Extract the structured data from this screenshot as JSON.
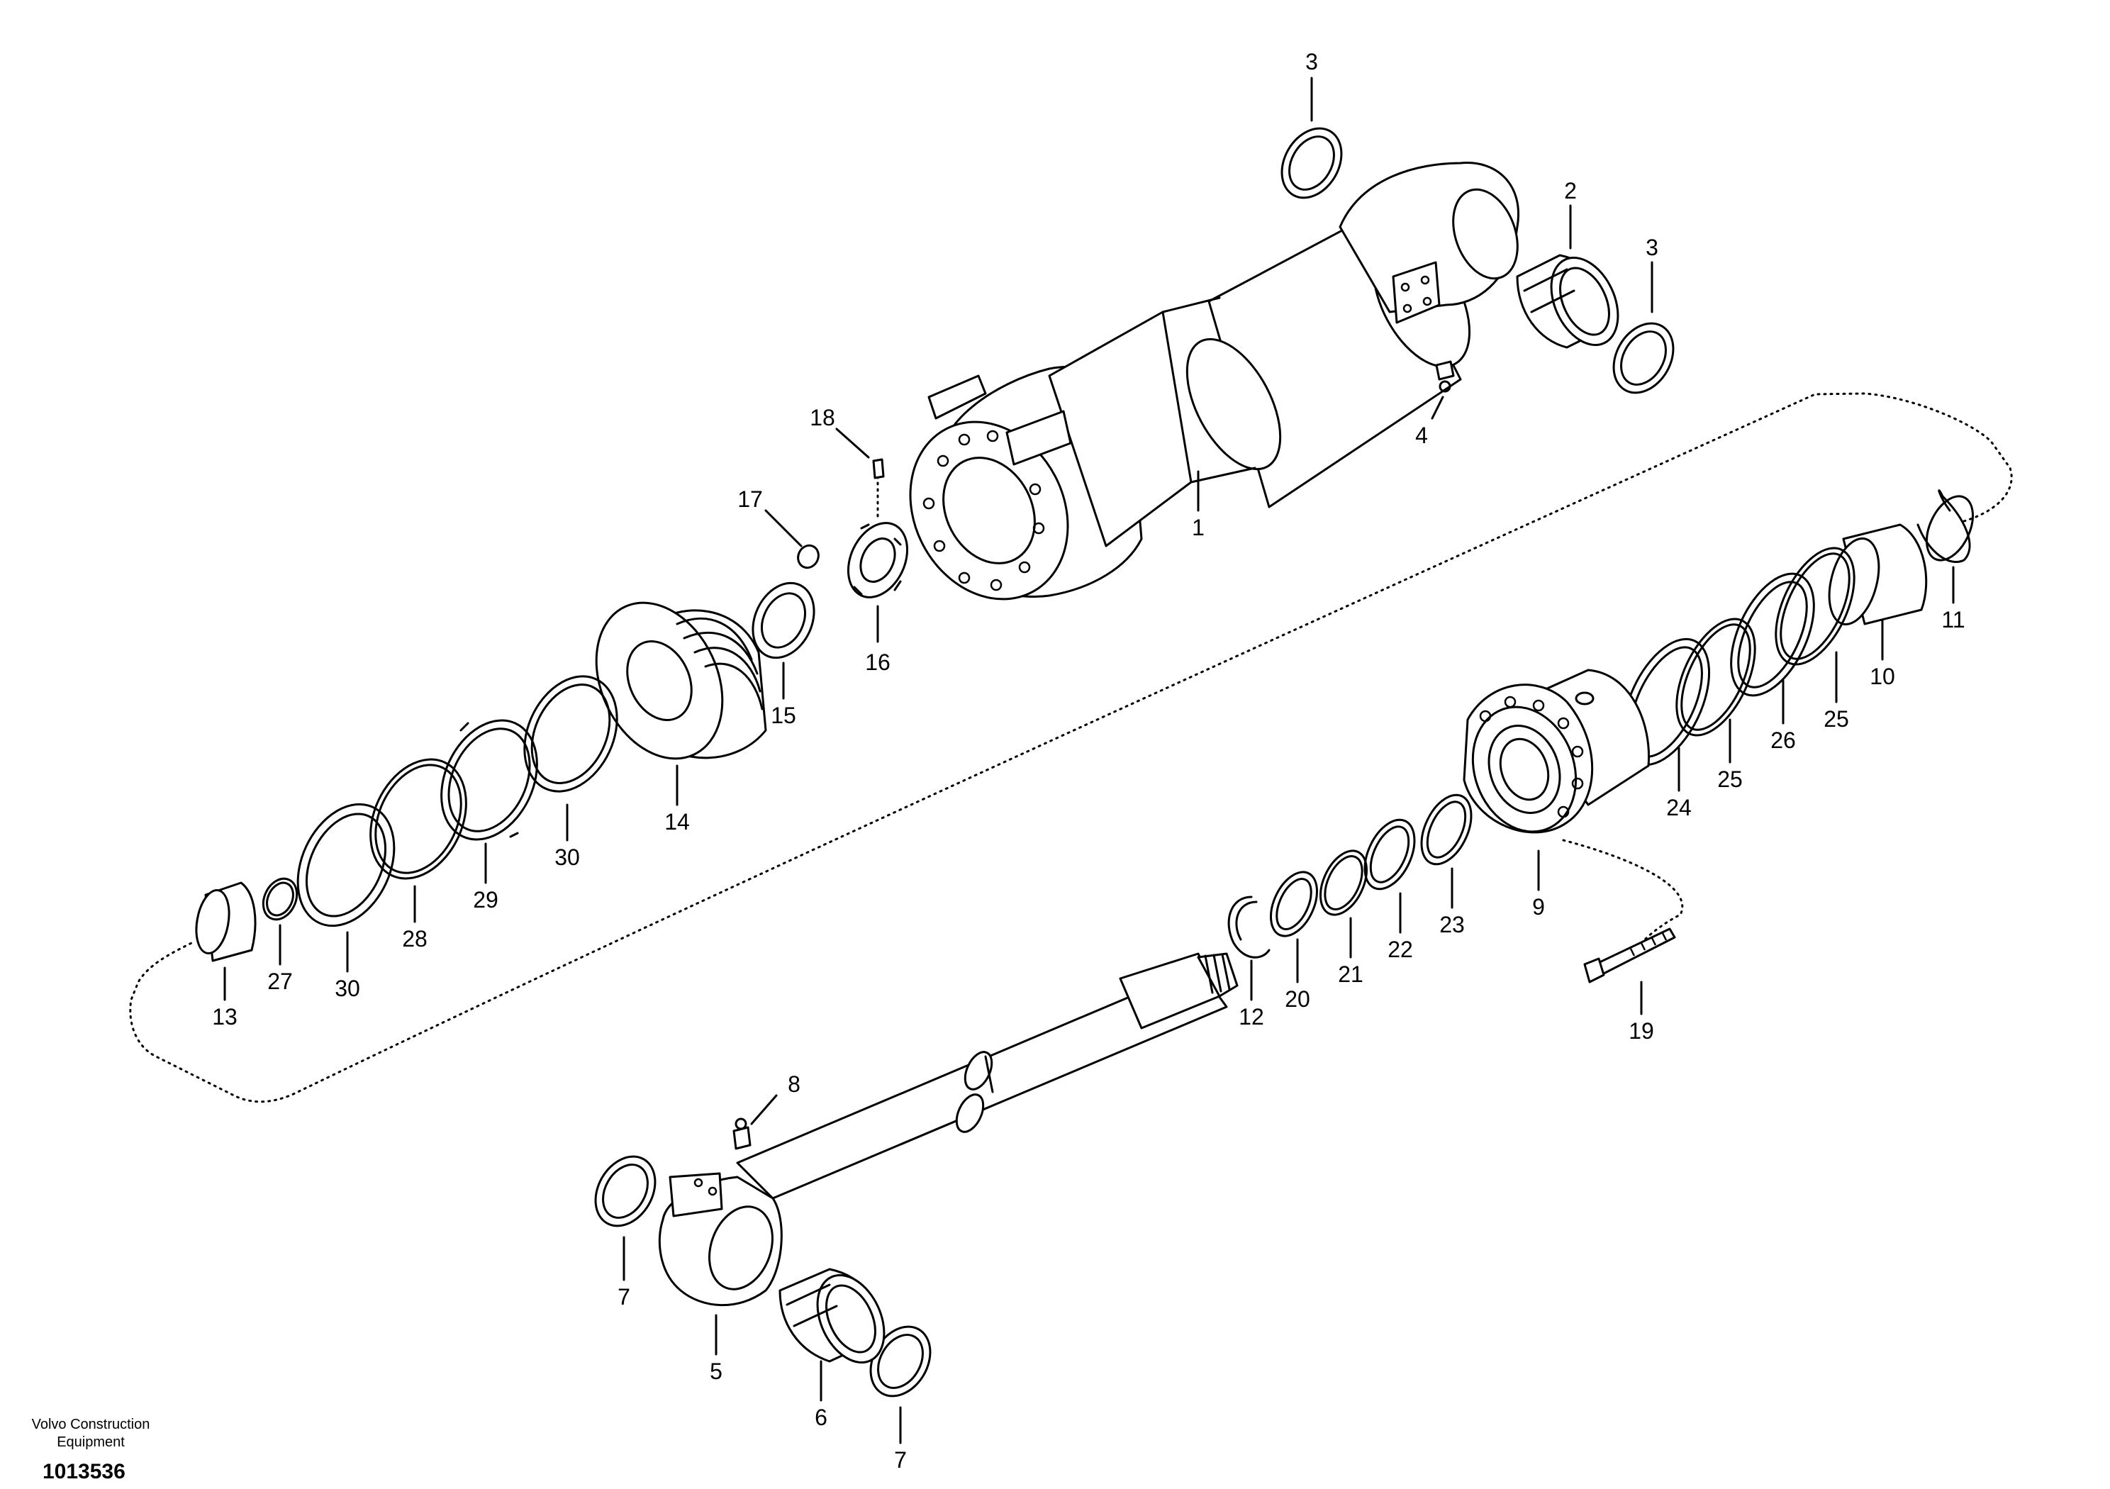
{
  "callouts": [
    {
      "id": "3a",
      "text": "3"
    },
    {
      "id": "2",
      "text": "2"
    },
    {
      "id": "3b",
      "text": "3"
    },
    {
      "id": "4",
      "text": "4"
    },
    {
      "id": "1",
      "text": "1"
    },
    {
      "id": "18",
      "text": "18"
    },
    {
      "id": "17",
      "text": "17"
    },
    {
      "id": "16",
      "text": "16"
    },
    {
      "id": "15",
      "text": "15"
    },
    {
      "id": "14",
      "text": "14"
    },
    {
      "id": "30a",
      "text": "30"
    },
    {
      "id": "29",
      "text": "29"
    },
    {
      "id": "28",
      "text": "28"
    },
    {
      "id": "30b",
      "text": "30"
    },
    {
      "id": "27",
      "text": "27"
    },
    {
      "id": "13",
      "text": "13"
    },
    {
      "id": "11",
      "text": "11"
    },
    {
      "id": "10",
      "text": "10"
    },
    {
      "id": "25a",
      "text": "25"
    },
    {
      "id": "26",
      "text": "26"
    },
    {
      "id": "25b",
      "text": "25"
    },
    {
      "id": "24",
      "text": "24"
    },
    {
      "id": "9",
      "text": "9"
    },
    {
      "id": "23",
      "text": "23"
    },
    {
      "id": "22",
      "text": "22"
    },
    {
      "id": "21",
      "text": "21"
    },
    {
      "id": "20",
      "text": "20"
    },
    {
      "id": "12",
      "text": "12"
    },
    {
      "id": "19",
      "text": "19"
    },
    {
      "id": "8",
      "text": "8"
    },
    {
      "id": "7a",
      "text": "7"
    },
    {
      "id": "5",
      "text": "5"
    },
    {
      "id": "6",
      "text": "6"
    },
    {
      "id": "7b",
      "text": "7"
    }
  ],
  "footer": {
    "brand_line1": "Volvo Construction",
    "brand_line2": "Equipment",
    "drawing_number": "1013536"
  }
}
